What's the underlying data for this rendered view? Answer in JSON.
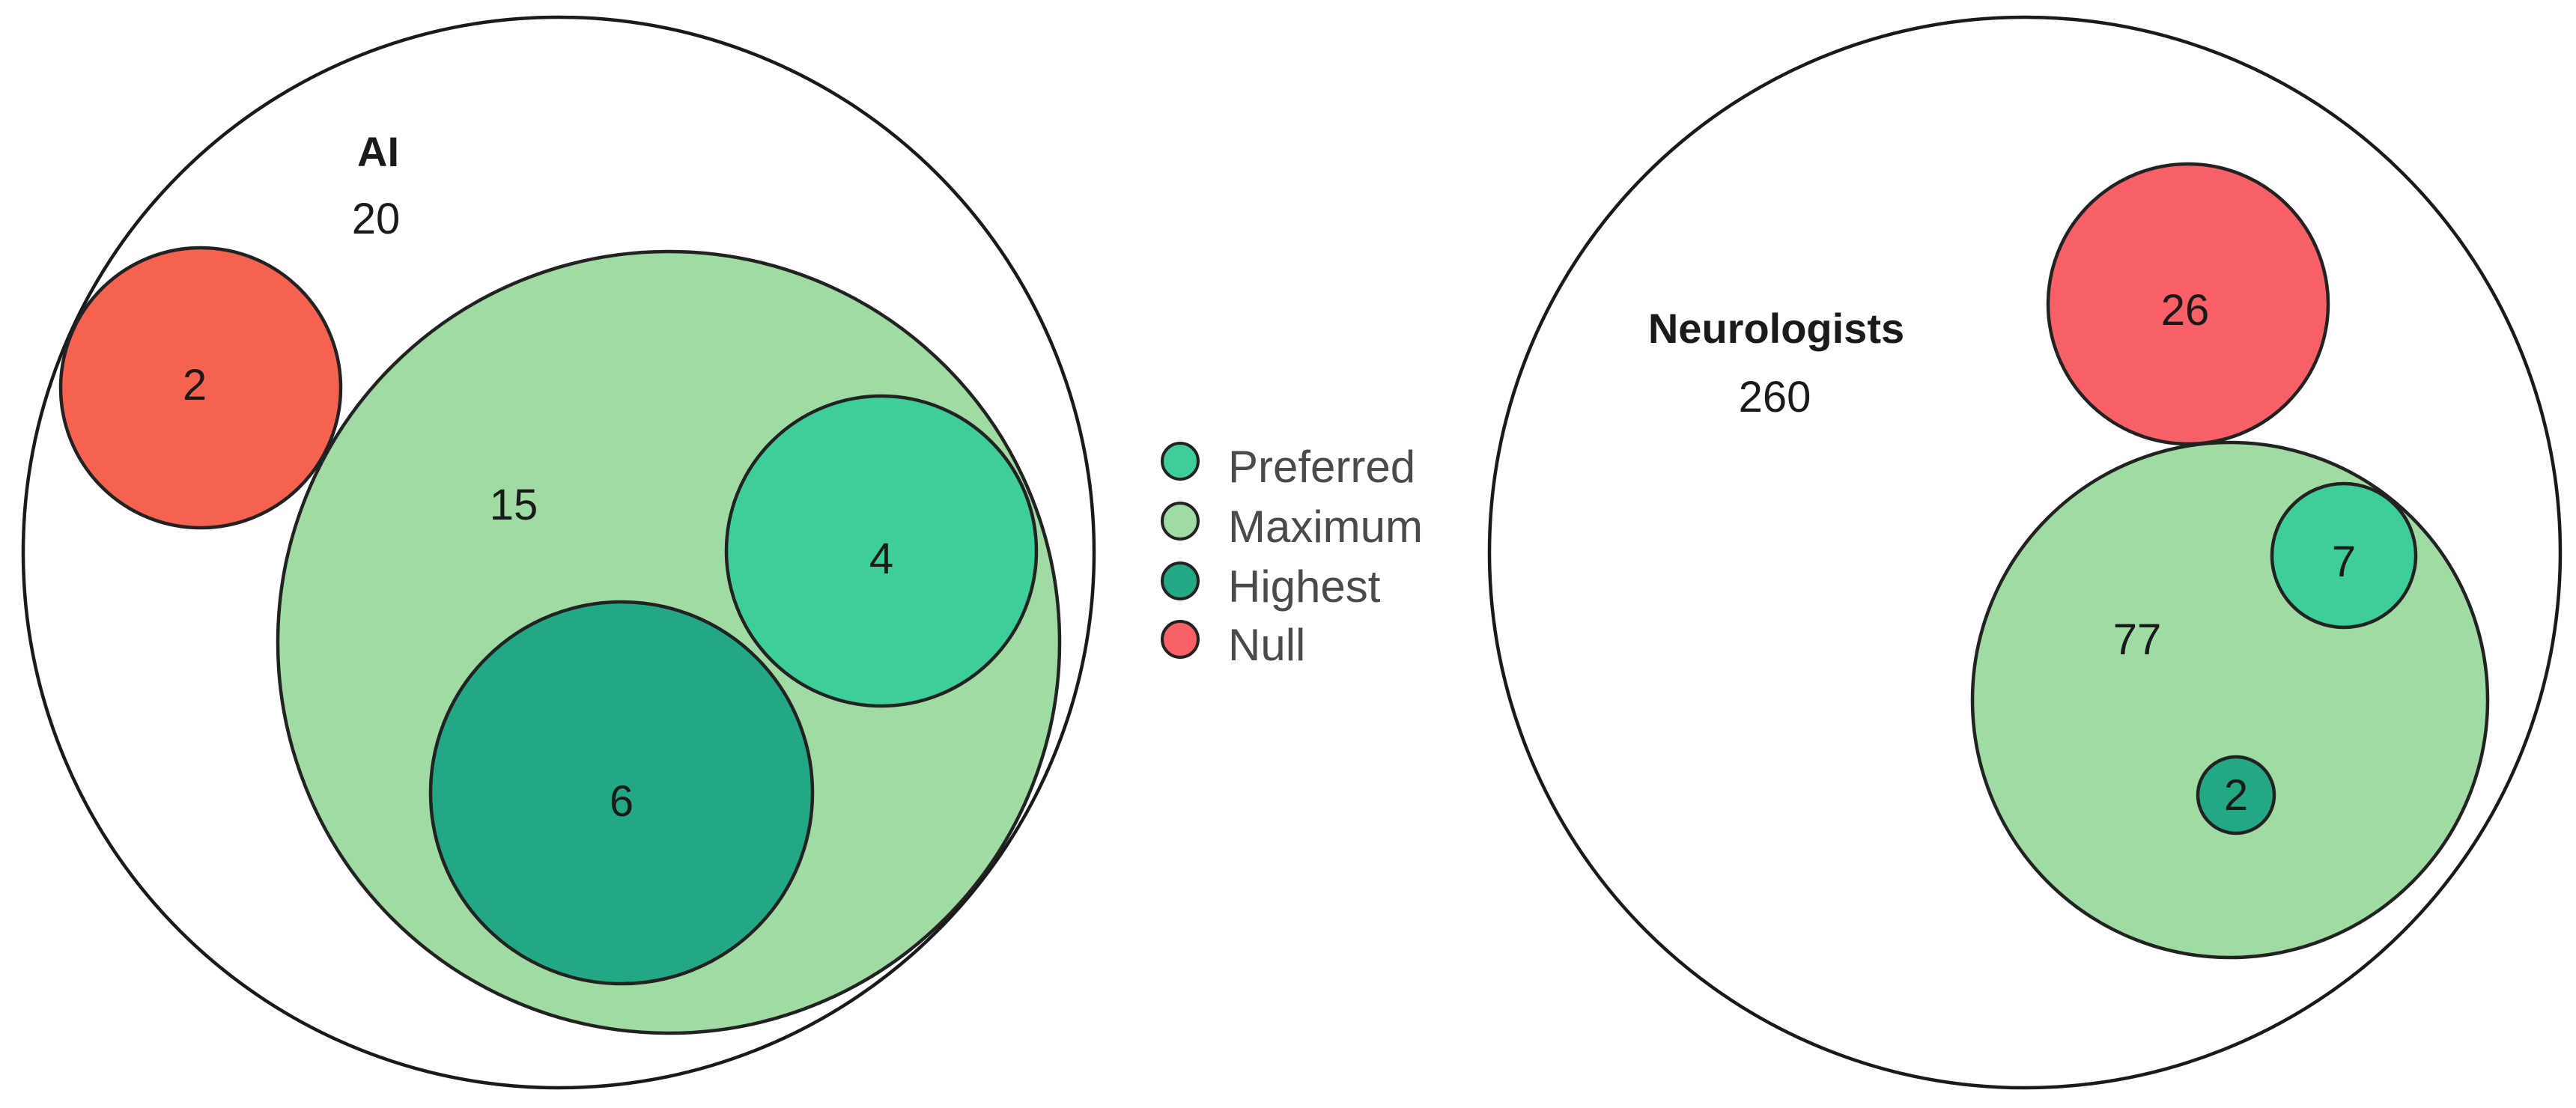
{
  "colors": {
    "preferred": "#3ecf99",
    "maximum": "#9fdba3",
    "highest": "#22a882",
    "null_ai": "#f56350",
    "null_neuro": "#f76066"
  },
  "legend": {
    "items": [
      {
        "label": "Preferred",
        "color": "#3ecf99"
      },
      {
        "label": "Maximum",
        "color": "#9fdba3"
      },
      {
        "label": "Highest",
        "color": "#22a882"
      },
      {
        "label": "Null",
        "color": "#f76066"
      }
    ]
  },
  "groups": {
    "ai": {
      "title": "AI",
      "total": "20",
      "maximum": "15",
      "preferred": "4",
      "highest": "6",
      "null": "2"
    },
    "neurologists": {
      "title": "Neurologists",
      "total": "260",
      "null": "26",
      "maximum": "77",
      "preferred": "7",
      "highest": "2"
    }
  }
}
